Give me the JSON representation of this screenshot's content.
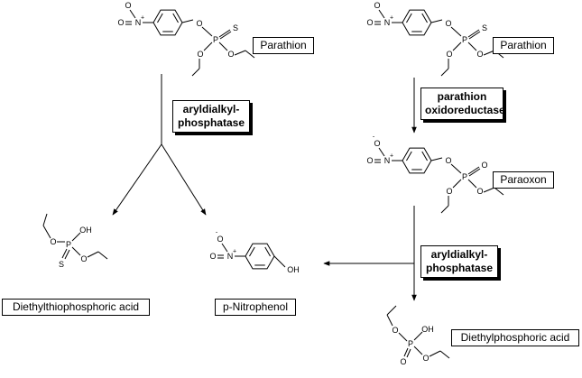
{
  "labels": {
    "parathion_left": "Parathion",
    "parathion_right": "Parathion",
    "paraoxon": "Paraoxon",
    "diethylthiophosphoric_acid": "Diethylthiophosphoric acid",
    "p_nitrophenol": "p-Nitrophenol",
    "diethylphosphoric_acid": "Diethylphosphoric acid"
  },
  "enzymes": {
    "left": {
      "line1": "aryldialkyl-",
      "line2": "phosphatase"
    },
    "right_top": {
      "line1": "parathion",
      "line2": "oxidoreductase"
    },
    "right_bottom": {
      "line1": "aryldialkyl-",
      "line2": "phosphatase"
    }
  },
  "atoms": {
    "O": "O",
    "N": "N",
    "P": "P",
    "S": "S",
    "OH": "OH",
    "minus": "-",
    "plus": "+"
  },
  "colors": {
    "ink": "#000000",
    "background": "#ffffff"
  }
}
